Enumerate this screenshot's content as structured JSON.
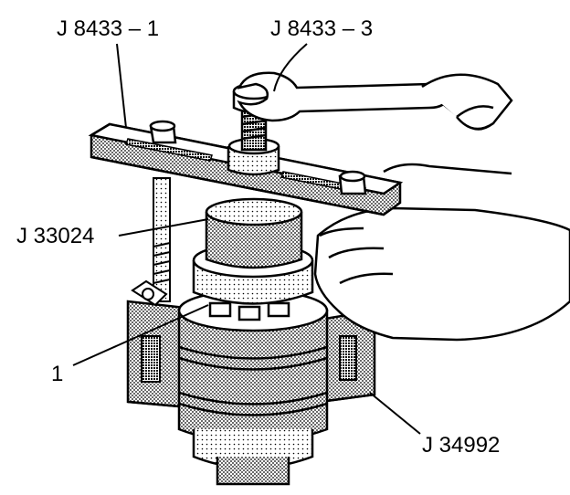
{
  "callouts": {
    "tool_j8433_1": "J 8433 – 1",
    "tool_j8433_3": "J 8433 – 3",
    "tool_j33024": "J 33024",
    "part_1": "1",
    "tool_j34992": "J 34992"
  },
  "colors": {
    "ink": "#000000",
    "paper": "#ffffff",
    "shade": "#bdbdbd",
    "shade_dark": "#8c8c8c"
  }
}
